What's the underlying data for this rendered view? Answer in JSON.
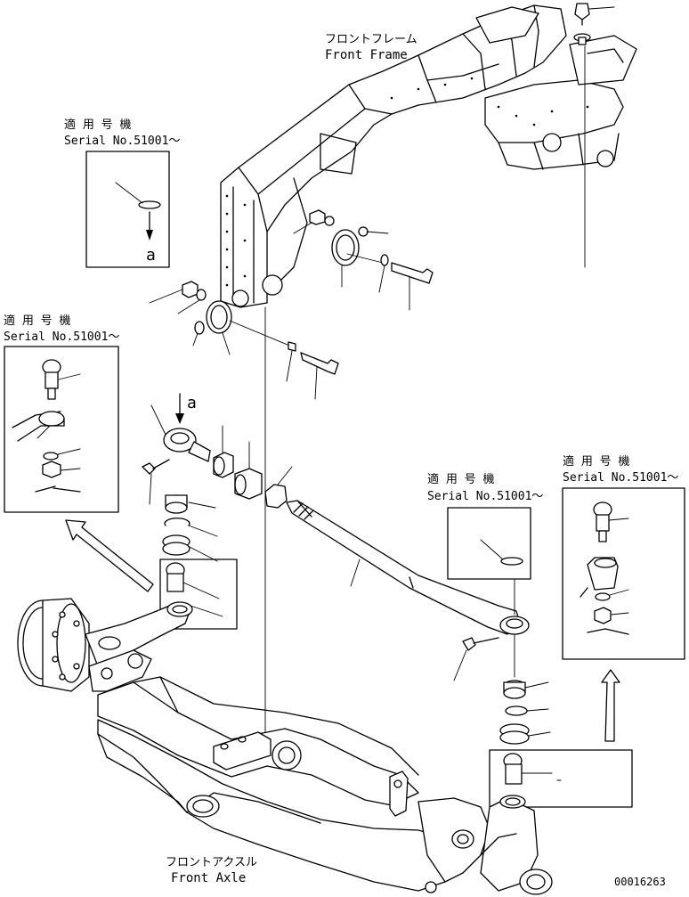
{
  "labels": {
    "front_frame_jp": "フロントフレーム",
    "front_frame_en": "Front Frame",
    "front_axle_jp": "フロントアクスル",
    "front_axle_en": "Front Axle",
    "drawing_number": "00016263"
  },
  "insets": [
    {
      "id": "inset-top",
      "applicable_jp": "適 用 号 機",
      "serial": "Serial No.51001～",
      "marker": "a"
    },
    {
      "id": "inset-left",
      "applicable_jp": "適 用 号 機",
      "serial": "Serial No.51001～"
    },
    {
      "id": "inset-center",
      "applicable_jp": "適 用 号 機",
      "serial": "Serial No.51001～"
    },
    {
      "id": "inset-right",
      "applicable_jp": "適 用 号 機",
      "serial": "Serial No.51001～"
    }
  ],
  "callouts": {
    "pin_marker": "a"
  },
  "colors": {
    "line": "#000000",
    "background": "#ffffff"
  }
}
